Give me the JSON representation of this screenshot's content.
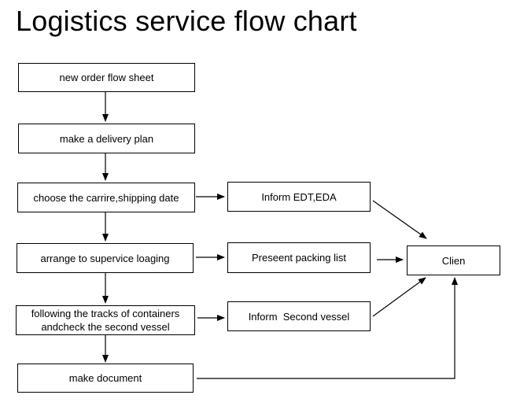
{
  "title": "Logistics service flow chart",
  "nodes": {
    "new_order": "new order flow sheet",
    "delivery_plan": "make a delivery plan",
    "choose_carrier": "choose the carrire,shipping date",
    "supervise_loading": "arrange to supervice loaging",
    "tracking_line1": "following the tracks of containers",
    "tracking_line2": "andcheck the second vessel",
    "make_document": "make document",
    "inform_edt": "Inform EDT,EDA",
    "packing_list": "Preseent packing list",
    "second_vessel": "Inform  Second vessel",
    "client": "Clien"
  },
  "colors": {
    "line": "#000000",
    "background": "#ffffff"
  }
}
